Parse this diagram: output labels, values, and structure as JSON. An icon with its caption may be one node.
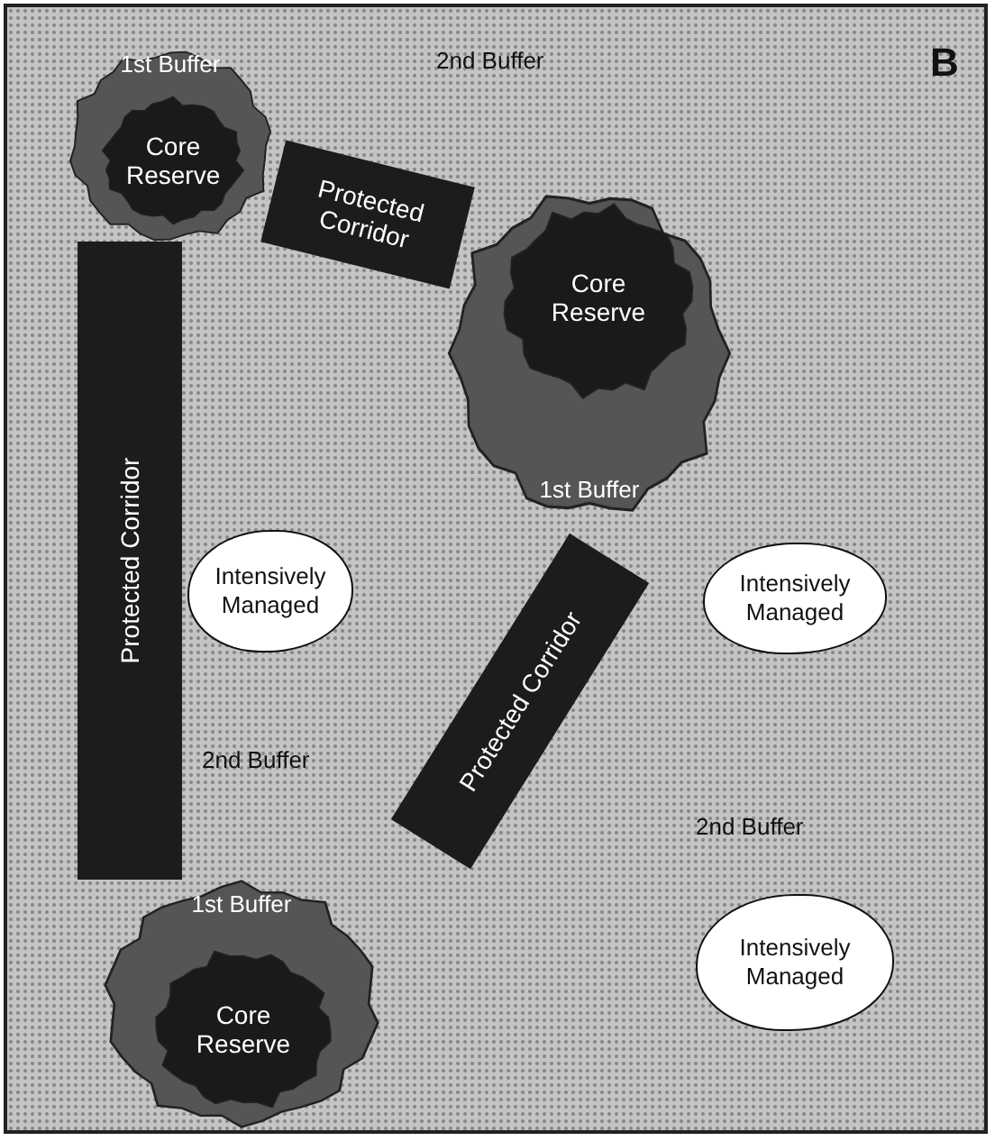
{
  "diagram": {
    "nodes": [
      {
        "text": [
          "1st Buffer"
        ]
      },
      {
        "text": [
          "Core Reserve"
        ],
        "in": 0
      },
      {
        "text": [
          "Protected Corridor"
        ]
      },
      {
        "text": [
          "1st Buffer"
        ]
      },
      {
        "text": [
          "Core Reserve"
        ],
        "in": 3
      },
      {
        "text": [
          "Protected Corridor"
        ]
      },
      {
        "text": [
          "Intensively Managed"
        ]
      },
      {
        "text": [
          "Protected Corridor"
        ]
      },
      {
        "text": [
          "Intensively Managed"
        ]
      },
      {
        "text": [
          "1st Buffer"
        ]
      },
      {
        "text": [
          "Core Reserve"
        ],
        "in": 9
      },
      {
        "text": [
          "Intensively Managed"
        ]
      }
    ],
    "labels": [
      "2nd Buffer",
      "B",
      "2nd Buffer",
      "2nd Buffer"
    ]
  }
}
